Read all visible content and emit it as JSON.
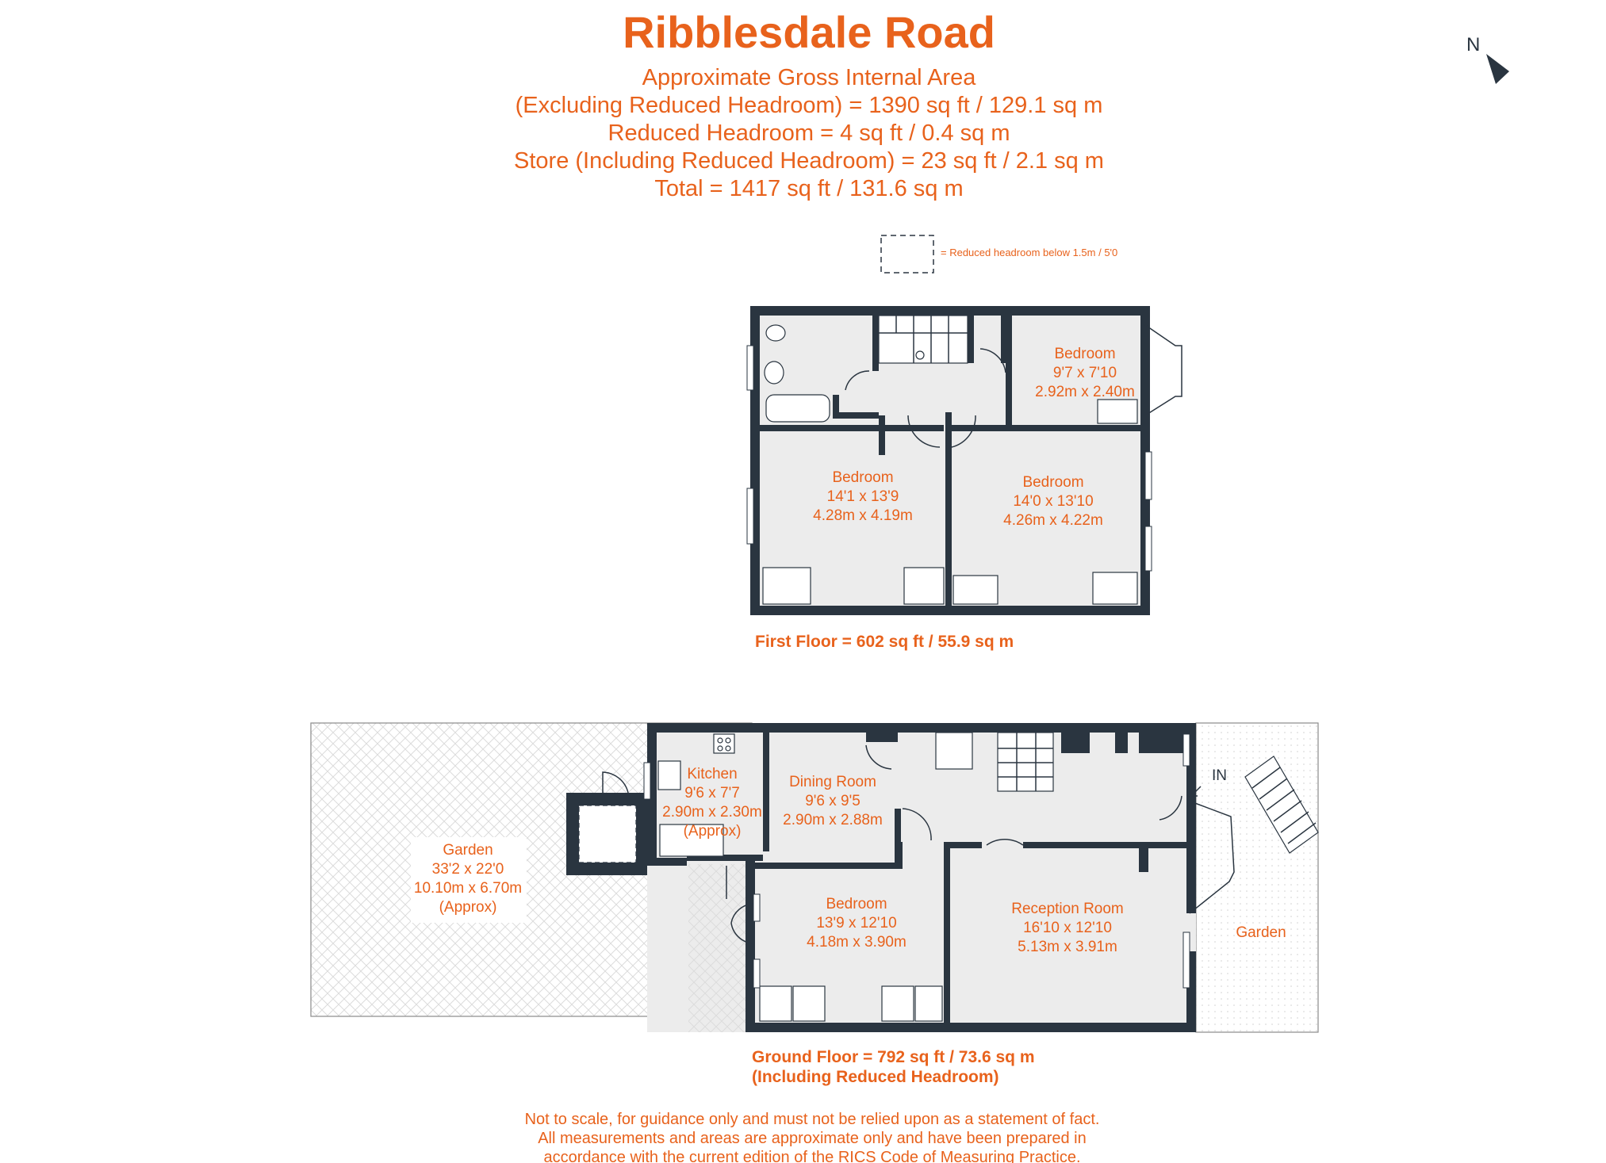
{
  "header": {
    "title": "Ribblesdale Road",
    "lines": [
      "Approximate Gross Internal Area",
      "(Excluding Reduced Headroom) = 1390 sq ft / 129.1 sq m",
      "Reduced Headroom = 4 sq ft / 0.4 sq m",
      "Store (Including Reduced Headroom) = 23 sq ft / 2.1 sq m",
      "Total = 1417 sq ft / 131.6 sq m"
    ]
  },
  "compass": {
    "label": "N"
  },
  "legend": {
    "text": "= Reduced headroom below 1.5m / 5'0"
  },
  "first_floor": {
    "label": "First Floor = 602 sq ft / 55.9 sq m",
    "rooms": [
      {
        "name": "Bedroom",
        "imperial": "9'7 x 7'10",
        "metric": "2.92m x 2.40m"
      },
      {
        "name": "Bedroom",
        "imperial": "14'1 x 13'9",
        "metric": "4.28m x 4.19m"
      },
      {
        "name": "Bedroom",
        "imperial": "14'0 x 13'10",
        "metric": "4.26m x 4.22m"
      }
    ]
  },
  "ground_floor": {
    "label_line1": "Ground Floor = 792 sq ft / 73.6 sq m",
    "label_line2": "(Including Reduced Headroom)",
    "entrance": "IN",
    "rooms": [
      {
        "name": "Kitchen",
        "imperial": "9'6 x 7'7",
        "metric": "2.90m x 2.30m",
        "note": "(Approx)"
      },
      {
        "name": "Dining Room",
        "imperial": "9'6 x 9'5",
        "metric": "2.90m x 2.88m"
      },
      {
        "name": "Bedroom",
        "imperial": "13'9 x 12'10",
        "metric": "4.18m x 3.90m"
      },
      {
        "name": "Reception Room",
        "imperial": "16'10 x 12'10",
        "metric": "5.13m x 3.91m"
      }
    ],
    "garden_rear": {
      "name": "Garden",
      "imperial": "33'2 x 22'0",
      "metric": "10.10m x 6.70m",
      "note": "(Approx)"
    },
    "garden_front": {
      "name": "Garden"
    }
  },
  "disclaimer": [
    "Not to scale, for guidance only and must not be relied upon as a statement of fact.",
    "All measurements and areas are approximate only and have been prepared in",
    "accordance with the current edition of the RICS Code of Measuring Practice."
  ],
  "colors": {
    "accent": "#e8621c",
    "wall": "#2a3540",
    "floor": "#ececec"
  }
}
